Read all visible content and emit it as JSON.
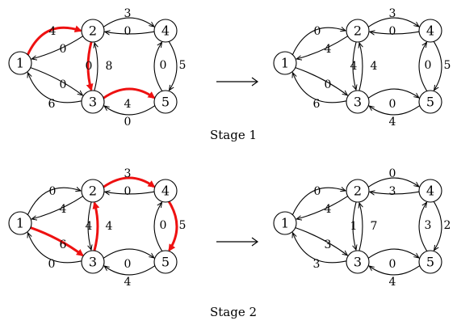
{
  "colors": {
    "highlight": "#ee1111",
    "stroke": "#000000"
  },
  "stage1": {
    "caption": "Stage 1",
    "left": {
      "nodes": [
        "1",
        "2",
        "3",
        "4",
        "5"
      ],
      "edges": [
        {
          "id": "1-2",
          "label": "4",
          "highlight": true
        },
        {
          "id": "2-1",
          "label": "0",
          "highlight": false
        },
        {
          "id": "1-3",
          "label": "0",
          "highlight": false
        },
        {
          "id": "3-1",
          "label": "6",
          "highlight": false
        },
        {
          "id": "2-4",
          "label": "3",
          "highlight": false
        },
        {
          "id": "4-2",
          "label": "0",
          "highlight": false
        },
        {
          "id": "2-3",
          "label": "8",
          "highlight": true
        },
        {
          "id": "3-2",
          "label": "0",
          "highlight": false
        },
        {
          "id": "3-5",
          "label": "4",
          "highlight": true
        },
        {
          "id": "5-3",
          "label": "0",
          "highlight": false
        },
        {
          "id": "4-5",
          "label": "5",
          "highlight": false
        },
        {
          "id": "5-4",
          "label": "0",
          "highlight": false
        }
      ]
    },
    "right": {
      "nodes": [
        "1",
        "2",
        "3",
        "4",
        "5"
      ],
      "edges": [
        {
          "id": "1-2",
          "label": "0",
          "highlight": false
        },
        {
          "id": "2-1",
          "label": "4",
          "highlight": false
        },
        {
          "id": "1-3",
          "label": "0",
          "highlight": false
        },
        {
          "id": "3-1",
          "label": "6",
          "highlight": false
        },
        {
          "id": "2-4",
          "label": "3",
          "highlight": false
        },
        {
          "id": "4-2",
          "label": "0",
          "highlight": false
        },
        {
          "id": "2-3",
          "label": "4",
          "highlight": false
        },
        {
          "id": "3-2",
          "label": "4",
          "highlight": false
        },
        {
          "id": "3-5",
          "label": "0",
          "highlight": false
        },
        {
          "id": "5-3",
          "label": "4",
          "highlight": false
        },
        {
          "id": "4-5",
          "label": "5",
          "highlight": false
        },
        {
          "id": "5-4",
          "label": "0",
          "highlight": false
        }
      ]
    }
  },
  "stage2": {
    "caption": "Stage 2",
    "left": {
      "nodes": [
        "1",
        "2",
        "3",
        "4",
        "5"
      ],
      "edges": [
        {
          "id": "1-2",
          "label": "0",
          "highlight": false
        },
        {
          "id": "2-1",
          "label": "4",
          "highlight": false
        },
        {
          "id": "1-3",
          "label": "6",
          "highlight": true
        },
        {
          "id": "3-1",
          "label": "0",
          "highlight": false
        },
        {
          "id": "2-4",
          "label": "3",
          "highlight": true
        },
        {
          "id": "4-2",
          "label": "0",
          "highlight": false
        },
        {
          "id": "2-3",
          "label": "4",
          "highlight": false
        },
        {
          "id": "3-2",
          "label": "4",
          "highlight": true
        },
        {
          "id": "3-5",
          "label": "0",
          "highlight": false
        },
        {
          "id": "5-3",
          "label": "4",
          "highlight": false
        },
        {
          "id": "4-5",
          "label": "5",
          "highlight": true
        },
        {
          "id": "5-4",
          "label": "0",
          "highlight": false
        }
      ]
    },
    "right": {
      "nodes": [
        "1",
        "2",
        "3",
        "4",
        "5"
      ],
      "edges": [
        {
          "id": "1-2",
          "label": "0",
          "highlight": false
        },
        {
          "id": "2-1",
          "label": "4",
          "highlight": false
        },
        {
          "id": "1-3",
          "label": "3",
          "highlight": false
        },
        {
          "id": "3-1",
          "label": "3",
          "highlight": false
        },
        {
          "id": "2-4",
          "label": "0",
          "highlight": false
        },
        {
          "id": "4-2",
          "label": "3",
          "highlight": false
        },
        {
          "id": "2-3",
          "label": "7",
          "highlight": false
        },
        {
          "id": "3-2",
          "label": "1",
          "highlight": false
        },
        {
          "id": "3-5",
          "label": "0",
          "highlight": false
        },
        {
          "id": "5-3",
          "label": "4",
          "highlight": false
        },
        {
          "id": "4-5",
          "label": "2",
          "highlight": false
        },
        {
          "id": "5-4",
          "label": "3",
          "highlight": false
        }
      ]
    }
  }
}
